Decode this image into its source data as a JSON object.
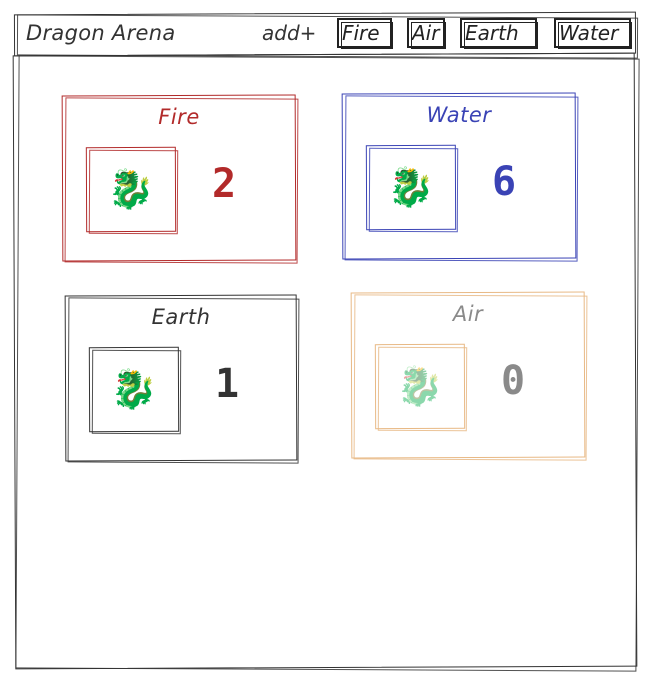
{
  "header": {
    "title": "Dragon Arena",
    "add_label": "add+",
    "filters": [
      "Fire",
      "Air",
      "Earth",
      "Water"
    ]
  },
  "cards": [
    {
      "label": "Fire",
      "count": "2",
      "icon": "dragon-icon",
      "color": "#b22a2a"
    },
    {
      "label": "Water",
      "count": "6",
      "icon": "dragon-icon",
      "color": "#3a43b5"
    },
    {
      "label": "Earth",
      "count": "1",
      "icon": "dragon-icon",
      "color": "#333333"
    },
    {
      "label": "Air",
      "count": "0",
      "icon": "dragon-icon",
      "color": "#e8b985"
    }
  ]
}
